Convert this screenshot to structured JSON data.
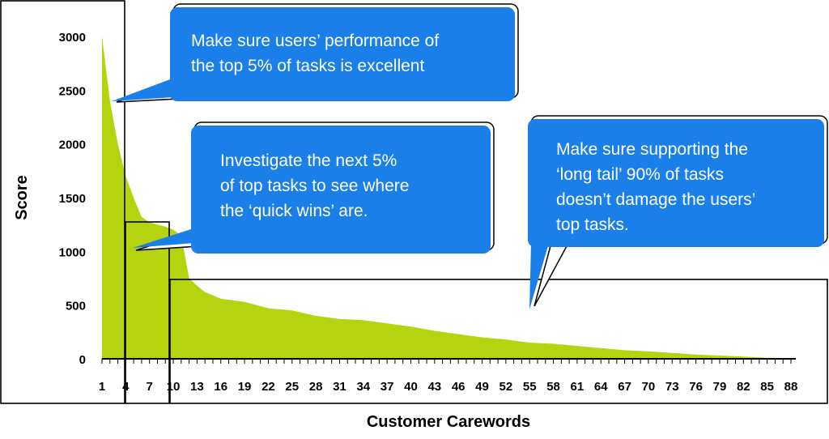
{
  "chart_data": {
    "type": "area",
    "xlabel": "Customer Carewords",
    "ylabel": "Score",
    "ylim": [
      0,
      3000
    ],
    "yticks": [
      0,
      500,
      1000,
      1500,
      2000,
      2500,
      3000
    ],
    "xticks": [
      1,
      4,
      7,
      10,
      13,
      16,
      19,
      22,
      25,
      28,
      31,
      34,
      37,
      40,
      43,
      46,
      49,
      52,
      55,
      58,
      61,
      64,
      67,
      70,
      73,
      76,
      79,
      82,
      85,
      88
    ],
    "xlim": [
      1,
      88
    ],
    "grid": false,
    "colors": {
      "fill": "#b5d40f",
      "callout": "#1a7fe8"
    },
    "series": [
      {
        "x": [
          1,
          2,
          3,
          4,
          5,
          6,
          7,
          8,
          9,
          10,
          11,
          12,
          13,
          14,
          16,
          19,
          22,
          25,
          28,
          31,
          34,
          37,
          40,
          43,
          46,
          49,
          52,
          55,
          58,
          61,
          64,
          67,
          70,
          73,
          76,
          79,
          82,
          85,
          88
        ],
        "values": [
          3000,
          2400,
          2000,
          1700,
          1500,
          1320,
          1270,
          1250,
          1230,
          1200,
          1150,
          750,
          680,
          620,
          560,
          530,
          470,
          450,
          400,
          370,
          360,
          330,
          300,
          260,
          230,
          200,
          180,
          150,
          140,
          120,
          100,
          80,
          70,
          55,
          40,
          30,
          20,
          10,
          5
        ]
      }
    ],
    "annotations": [
      {
        "id": "top5",
        "text": [
          "Make sure users’ performance of",
          "the top 5% of tasks is excellent"
        ]
      },
      {
        "id": "next5",
        "text": [
          "Investigate the next 5%",
          "of top tasks to see where",
          "the ‘quick wins’ are."
        ]
      },
      {
        "id": "tail90",
        "text": [
          "Make sure supporting the",
          "‘long tail’ 90% of tasks",
          "doesn’t damage the users’",
          "top tasks."
        ]
      }
    ]
  }
}
